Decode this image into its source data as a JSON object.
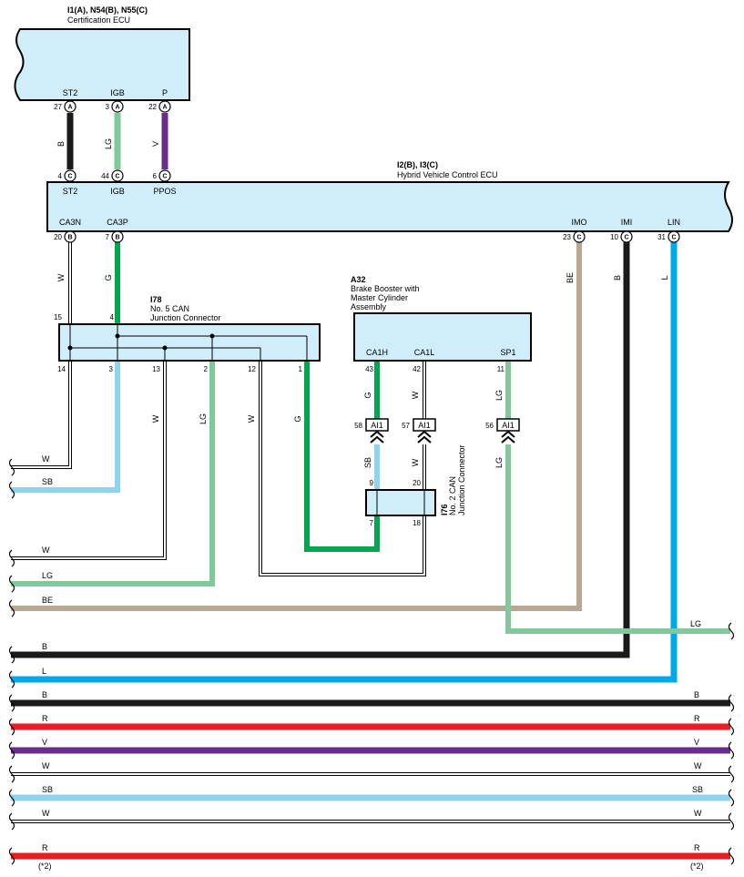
{
  "colors": {
    "B": "#1a1a1a",
    "LG": "#7fc99a",
    "V": "#6a2d8c",
    "W": "#ffffff",
    "G": "#00a650",
    "SB": "#8fd3f2",
    "L": "#00a9e8",
    "BE": "#b8a792",
    "R": "#ea1c24",
    "box_fill": "#cfeefa"
  },
  "cert_ecu": {
    "code": "I1(A), N54(B), N55(C)",
    "name": "Certification ECU",
    "pins": [
      {
        "label": "ST2",
        "num": "27",
        "conn": "A"
      },
      {
        "label": "IGB",
        "num": "3",
        "conn": "A"
      },
      {
        "label": "P",
        "num": "22",
        "conn": "A"
      }
    ]
  },
  "cert_wires": [
    {
      "color": "B"
    },
    {
      "color": "LG"
    },
    {
      "color": "V"
    }
  ],
  "hv_ecu": {
    "code": "I2(B), I3(C)",
    "name": "Hybrid Vehicle Control ECU",
    "top_pins": [
      {
        "label": "ST2",
        "num": "4",
        "conn": "C"
      },
      {
        "label": "IGB",
        "num": "44",
        "conn": "C"
      },
      {
        "label": "PPOS",
        "num": "6",
        "conn": "C"
      }
    ],
    "bottom_pins": [
      {
        "label": "CA3N",
        "num": "20",
        "conn": "B"
      },
      {
        "label": "CA3P",
        "num": "7",
        "conn": "B"
      },
      {
        "label": "IMO",
        "num": "23",
        "conn": "C"
      },
      {
        "label": "IMI",
        "num": "10",
        "conn": "C"
      },
      {
        "label": "LIN",
        "num": "31",
        "conn": "C"
      }
    ]
  },
  "hv_wire_labels": {
    "ca3n": "W",
    "ca3p": "G",
    "imo": "BE",
    "imi": "B",
    "lin": "L"
  },
  "i78": {
    "code": "I78",
    "name_line1": "No.  5 CAN",
    "name_line2": "Junction Connector",
    "top_pins": [
      "15",
      "4"
    ],
    "bottom_pins": [
      "14",
      "3",
      "13",
      "2",
      "12",
      "1"
    ]
  },
  "i78_wire_labels": {
    "p13": "W",
    "p2": "LG",
    "p12": "W",
    "p1": "G"
  },
  "a32": {
    "code": "A32",
    "name_line1": "Brake Booster with",
    "name_line2": "Master Cylinder",
    "name_line3": "Assembly",
    "pins": [
      {
        "label": "CA1H",
        "num": "43"
      },
      {
        "label": "CA1L",
        "num": "42"
      },
      {
        "label": "SP1",
        "num": "11"
      }
    ]
  },
  "a32_wire_labels": {
    "ca1h": "G",
    "ca1l": "W",
    "sp1": "LG"
  },
  "inline_conns": [
    {
      "num": "58",
      "name": "AI1"
    },
    {
      "num": "57",
      "name": "AI1"
    },
    {
      "num": "56",
      "name": "AI1"
    }
  ],
  "below_inline_labels": {
    "left": "SB",
    "mid": "W",
    "right": "LG"
  },
  "i76": {
    "code": "I76",
    "name_line1": "No.  2 CAN",
    "name_line2": "Junction Connector",
    "top_pins": [
      "9",
      "20"
    ],
    "bottom_pins": [
      "7",
      "18"
    ]
  },
  "left_wires": [
    {
      "label": "W",
      "color": "W"
    },
    {
      "label": "SB",
      "color": "SB"
    },
    {
      "label": "W",
      "color": "W"
    },
    {
      "label": "LG",
      "color": "LG"
    },
    {
      "label": "BE",
      "color": "BE"
    },
    {
      "label": "B",
      "color": "B"
    },
    {
      "label": "L",
      "color": "L"
    }
  ],
  "right_wire": {
    "label": "LG",
    "color": "LG"
  },
  "bottom_wires": [
    {
      "label": "B",
      "color": "B",
      "note": ""
    },
    {
      "label": "R",
      "color": "R",
      "note": ""
    },
    {
      "label": "V",
      "color": "V",
      "note": ""
    },
    {
      "label": "W",
      "color": "W",
      "note": ""
    },
    {
      "label": "SB",
      "color": "SB",
      "note": ""
    },
    {
      "label": "W",
      "color": "W",
      "note": ""
    },
    {
      "label": "R",
      "color": "R",
      "note": "(*2)"
    }
  ]
}
